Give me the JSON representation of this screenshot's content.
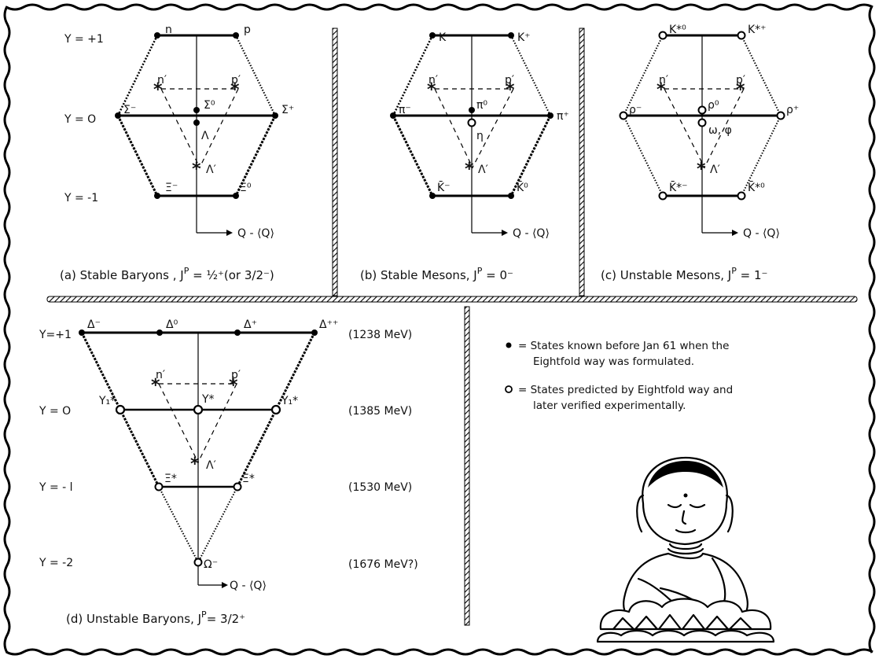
{
  "panels": {
    "a": {
      "y_labels": [
        "Y = +1",
        "Y = O",
        "Y = -1"
      ],
      "particles": {
        "n": "n",
        "p": "p",
        "sigma_minus": "Σ⁻",
        "sigma_zero": "Σ⁰",
        "sigma_plus": "Σ⁺",
        "lambda": "Λ",
        "xi_minus": "Ξ⁻",
        "xi_zero": "Ξ⁰"
      },
      "octet": {
        "n_prime": "n′",
        "p_prime": "p′",
        "lambda_prime": "Λ′"
      },
      "axis_label": "Q - ⟨Q⟩",
      "caption": "(a)  Stable Baryons ,  J",
      "caption_sup": "P",
      "caption_tail": " = ½⁺(or 3/2⁻)"
    },
    "b": {
      "particles": {
        "k": "K",
        "k_plus": "K⁺",
        "pi_minus": "π⁻",
        "pi_zero": "π⁰",
        "pi_plus": "π⁺",
        "eta": "η",
        "kbar_minus": "K̄⁻",
        "kbar_zero": "K̄⁰"
      },
      "octet": {
        "n_prime": "n′",
        "p_prime": "p′",
        "lambda_prime": "Λ′"
      },
      "axis_label": "Q - ⟨Q⟩",
      "caption": "(b) Stable Mesons, J",
      "caption_sup": "P",
      "caption_tail": " = 0⁻"
    },
    "c": {
      "particles": {
        "kstar_zero": "K*⁰",
        "kstar_plus": "K*⁺",
        "rho_minus": "ρ⁻",
        "rho_zero": "ρ⁰",
        "rho_plus": "ρ⁺",
        "omega_phi": "ω, φ",
        "kbarstar_minus": "K̄*⁻",
        "kbarstar_zero": "K̄*⁰"
      },
      "octet": {
        "n_prime": "n′",
        "p_prime": "p′",
        "lambda_prime": "Λ′"
      },
      "axis_label": "Q - ⟨Q⟩",
      "caption": "(c)  Unstable Mesons,  J",
      "caption_sup": "P",
      "caption_tail": " = 1⁻"
    },
    "d": {
      "y_labels": [
        "Y=+1",
        "Y = O",
        "Y = - l",
        "Y = -2"
      ],
      "particles": {
        "delta_minus": "Δ⁻",
        "delta_zero": "Δ⁰",
        "delta_plus": "Δ⁺",
        "delta_plusplus": "Δ⁺⁺",
        "y1_minus": "Y₁*",
        "y1_zero": "Y*",
        "y1_plus": "Y₁*",
        "xi_minus": "Ξ*",
        "xi_zero": "Ξ*",
        "omega": "Ω⁻"
      },
      "octet": {
        "n_prime": "n′",
        "p_prime": "p′",
        "lambda_prime": "Λ′"
      },
      "masses": [
        "(1238 MeV)",
        "(1385 MeV)",
        "(1530 MeV)",
        "(1676 MeV?)"
      ],
      "axis_label": "Q - ⟨Q⟩",
      "caption": "(d)  Unstable Baryons,  J",
      "caption_sup": "P",
      "caption_tail": "= 3/2⁺"
    }
  },
  "legend": {
    "filled_line1": "= States known before Jan 61 when the",
    "filled_line2": "Eightfold way was formulated.",
    "open_line1": "= States predicted by Eightfold way and",
    "open_line2": "later verified experimentally."
  }
}
